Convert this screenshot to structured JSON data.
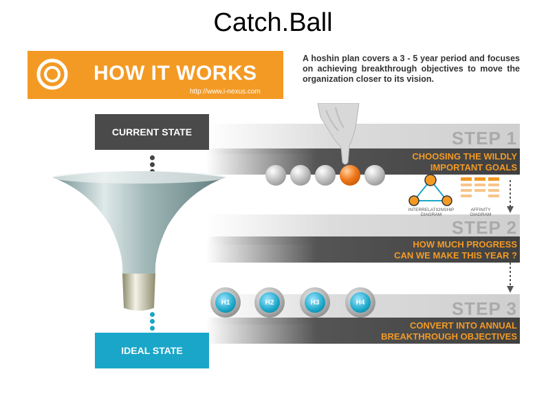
{
  "slide": {
    "title": "Catch.Ball"
  },
  "banner": {
    "title": "HOW IT WORKS",
    "url": "http://www.i-nexus.com"
  },
  "intro": {
    "text": "A hoshin plan covers a 3 - 5 year period and focuses on achieving breakthrough objectives to move the organization closer to its vision."
  },
  "states": {
    "current": "CURRENT STATE",
    "ideal": "IDEAL STATE"
  },
  "steps": [
    {
      "label": "STEP 1",
      "line1": "CHOOSING THE WILDLY",
      "line2": "IMPORTANT GOALS"
    },
    {
      "label": "STEP 2",
      "line1": "HOW MUCH PROGRESS",
      "line2": "CAN WE MAKE THIS YEAR ?"
    },
    {
      "label": "STEP 3",
      "line1": "CONVERT INTO ANNUAL",
      "line2": "BREAKTHROUGH OBJECTIVES"
    }
  ],
  "diagrams": {
    "interrelationship": [
      "INTERRELATIONSHIP",
      "DIAGRAM"
    ],
    "affinity": [
      "AFFINITY",
      "DIAGRAM"
    ]
  },
  "coins": [
    "H1",
    "H2",
    "H3",
    "H4"
  ],
  "colors": {
    "orange": "#f39a25",
    "teal": "#1aa6c8",
    "dark": "#4a4a4a"
  }
}
